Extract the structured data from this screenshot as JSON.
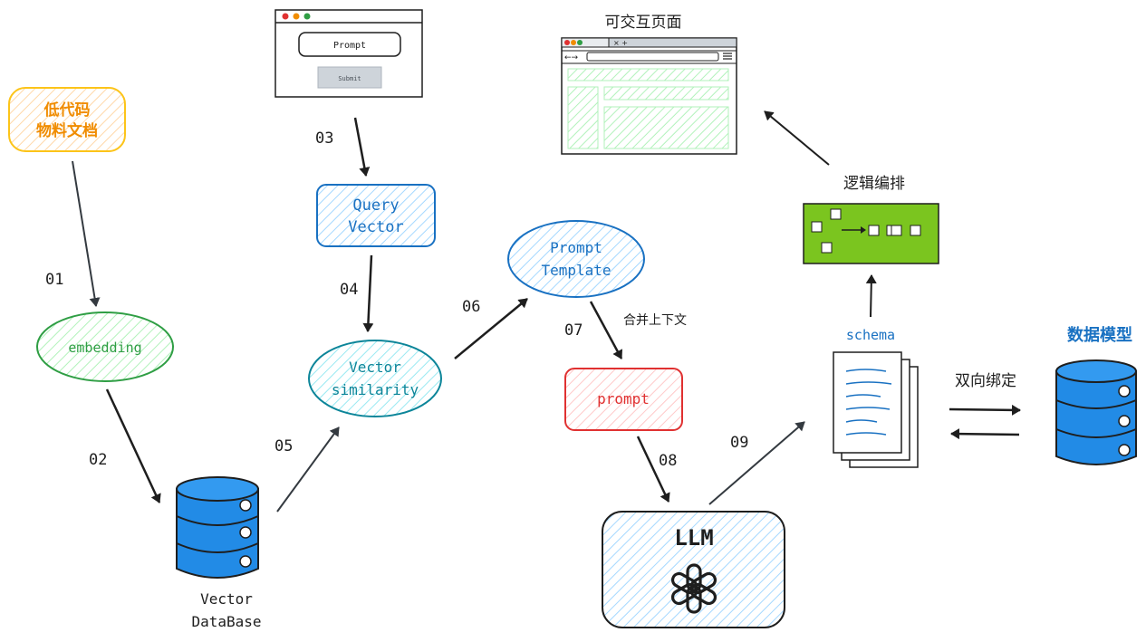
{
  "nodes": {
    "lowcode_doc": {
      "line1": "低代码",
      "line2": "物料文档"
    },
    "embedding": {
      "label": "embedding"
    },
    "vector_db": {
      "line1": "Vector",
      "line2": "DataBase"
    },
    "prompt_form": {
      "input_label": "Prompt",
      "submit_label": "Submit"
    },
    "query_vector": {
      "line1": "Query",
      "line2": "Vector"
    },
    "vector_similarity": {
      "line1": "Vector",
      "line2": "similarity"
    },
    "prompt_template": {
      "line1": "Prompt",
      "line2": "Template"
    },
    "prompt": {
      "label": "prompt"
    },
    "llm": {
      "label": "LLM"
    },
    "interactive_page": {
      "title": "可交互页面"
    },
    "logic_orchestration": {
      "title": "逻辑编排"
    },
    "schema": {
      "label": "schema"
    },
    "data_model": {
      "title": "数据模型"
    }
  },
  "edges": {
    "step01": "01",
    "step02": "02",
    "step03": "03",
    "step04": "04",
    "step05": "05",
    "step06": "06",
    "step07": "07",
    "step08": "08",
    "step09": "09",
    "merge_context": "合并上下文",
    "two_way_binding": "双向绑定"
  },
  "colors": {
    "orange": "#f08c00",
    "green": "#2f9e44",
    "blue": "#1971c2",
    "teal": "#0c8599",
    "red": "#e03131",
    "lime": "#7bc51f",
    "db_blue": "#228be6",
    "dark": "#1e1e1e"
  }
}
